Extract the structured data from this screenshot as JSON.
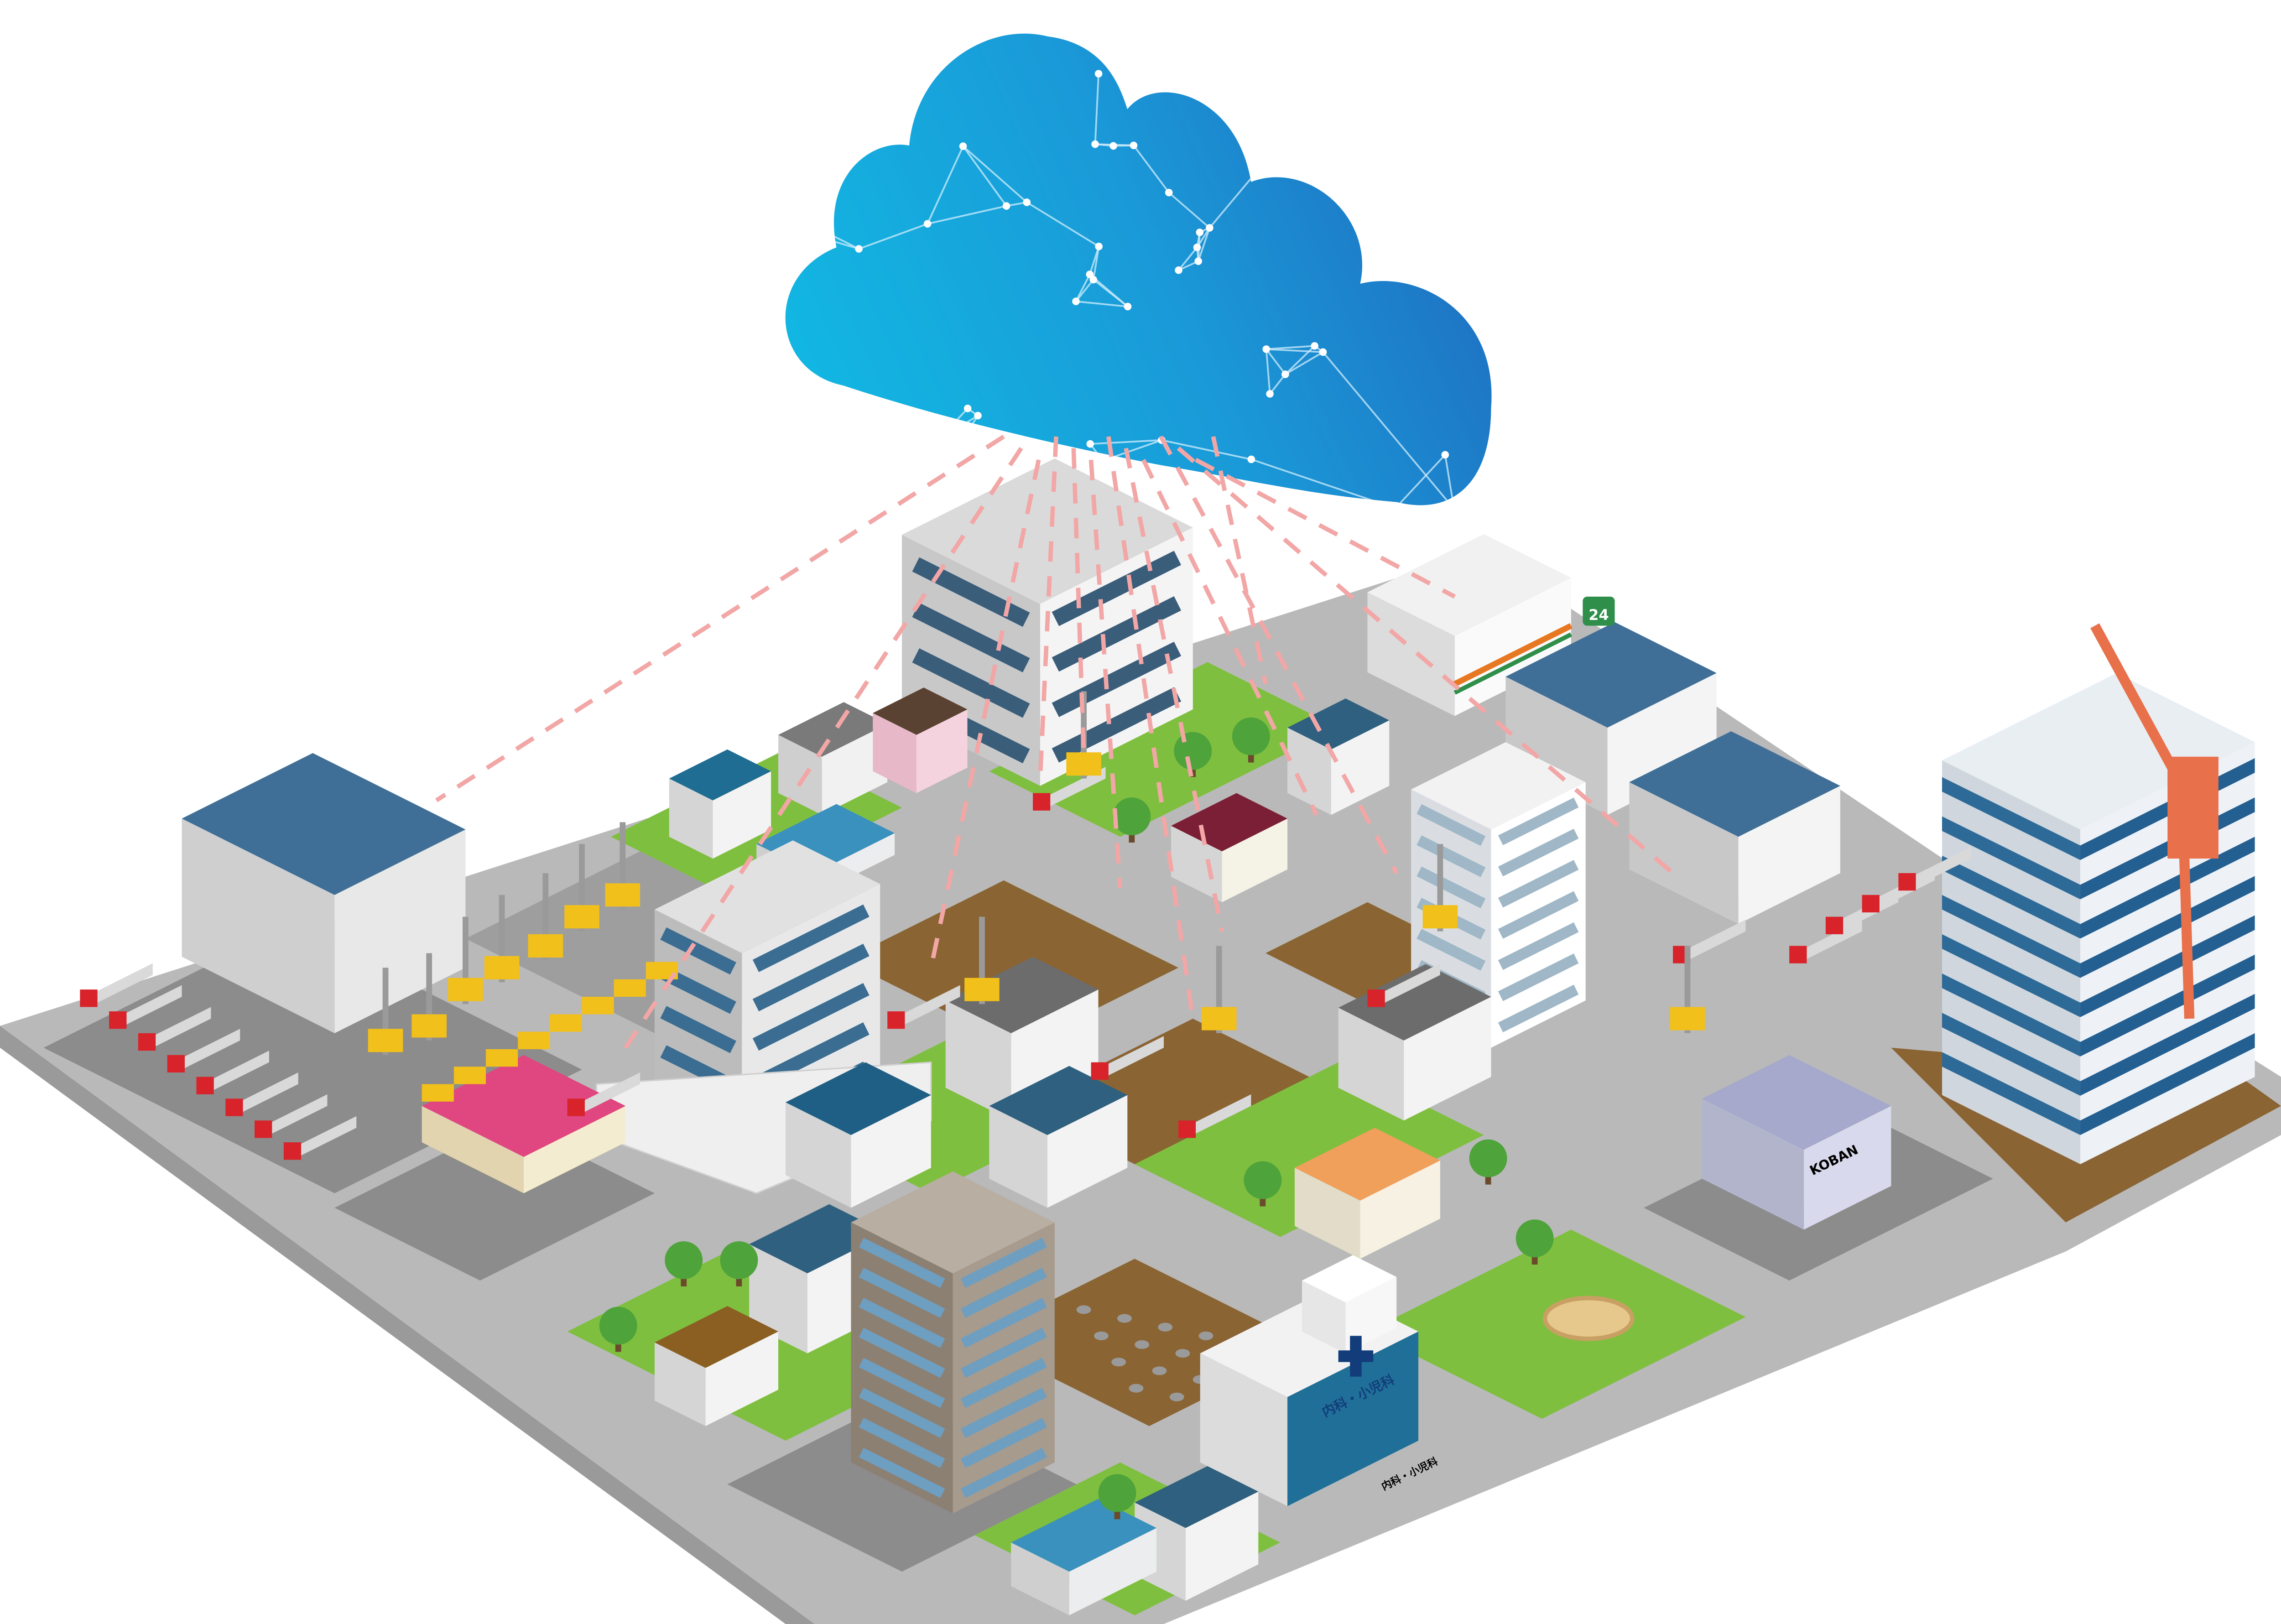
{
  "signs": {
    "convenience_store": "24",
    "koban": "KOBAN",
    "hospital_banner": "内科・小児科",
    "hospital_sign": "内科・小児科"
  },
  "colors": {
    "cloud_light": "#14b4e4",
    "cloud_dark": "#1e6ec0",
    "link_dash": "#f2a6a6",
    "road": "#b9b9b9",
    "lot": "#8c8c8c",
    "lawn": "#7fbf3f",
    "dirt": "#8a6433",
    "roof_blue": "#3f6f97",
    "tower_stripe": "#245f92",
    "koban_roof": "#a6a8cc",
    "hospital_blue": "#1f6f98",
    "crane": "#e8704a"
  }
}
